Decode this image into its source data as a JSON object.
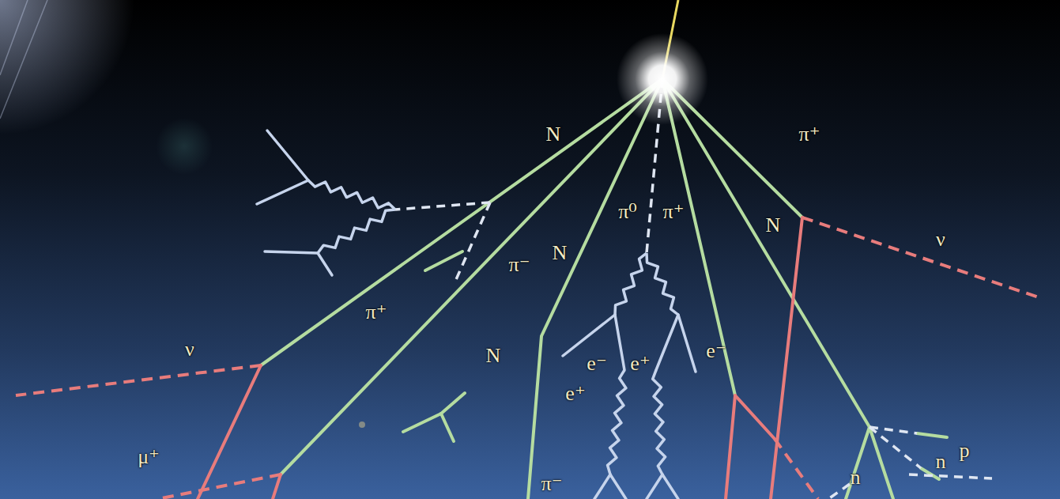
{
  "diagram": {
    "labels": [
      "N",
      "π⁺",
      "π⁰",
      "π⁺",
      "N",
      "ν",
      "π⁻",
      "N",
      "π⁺",
      "ν",
      "N",
      "e⁻",
      "e⁺",
      "e⁻",
      "e⁺",
      "μ⁺",
      "p",
      "n",
      "n",
      "π⁻"
    ]
  }
}
